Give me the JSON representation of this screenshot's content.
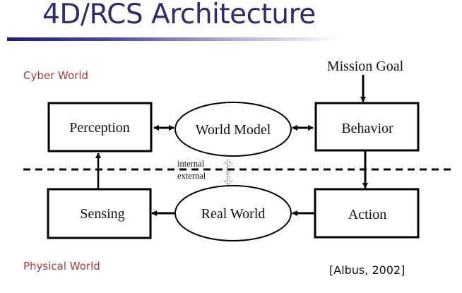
{
  "title": "4D/RCS Architecture",
  "regions": {
    "cyber": "Cyber World",
    "physical": "Physical World"
  },
  "nodes": {
    "perception": "Perception",
    "world_model": "World Model",
    "behavior": "Behavior",
    "sensing": "Sensing",
    "real_world": "Real World",
    "action": "Action"
  },
  "inputs": {
    "mission_goal": "Mission Goal"
  },
  "boundary": {
    "internal": "internal",
    "external": "external"
  },
  "citation": "[Albus, 2002]",
  "colors": {
    "title": "#2f2c6e",
    "region_label": "#a73a3a",
    "stroke": "#000000"
  }
}
